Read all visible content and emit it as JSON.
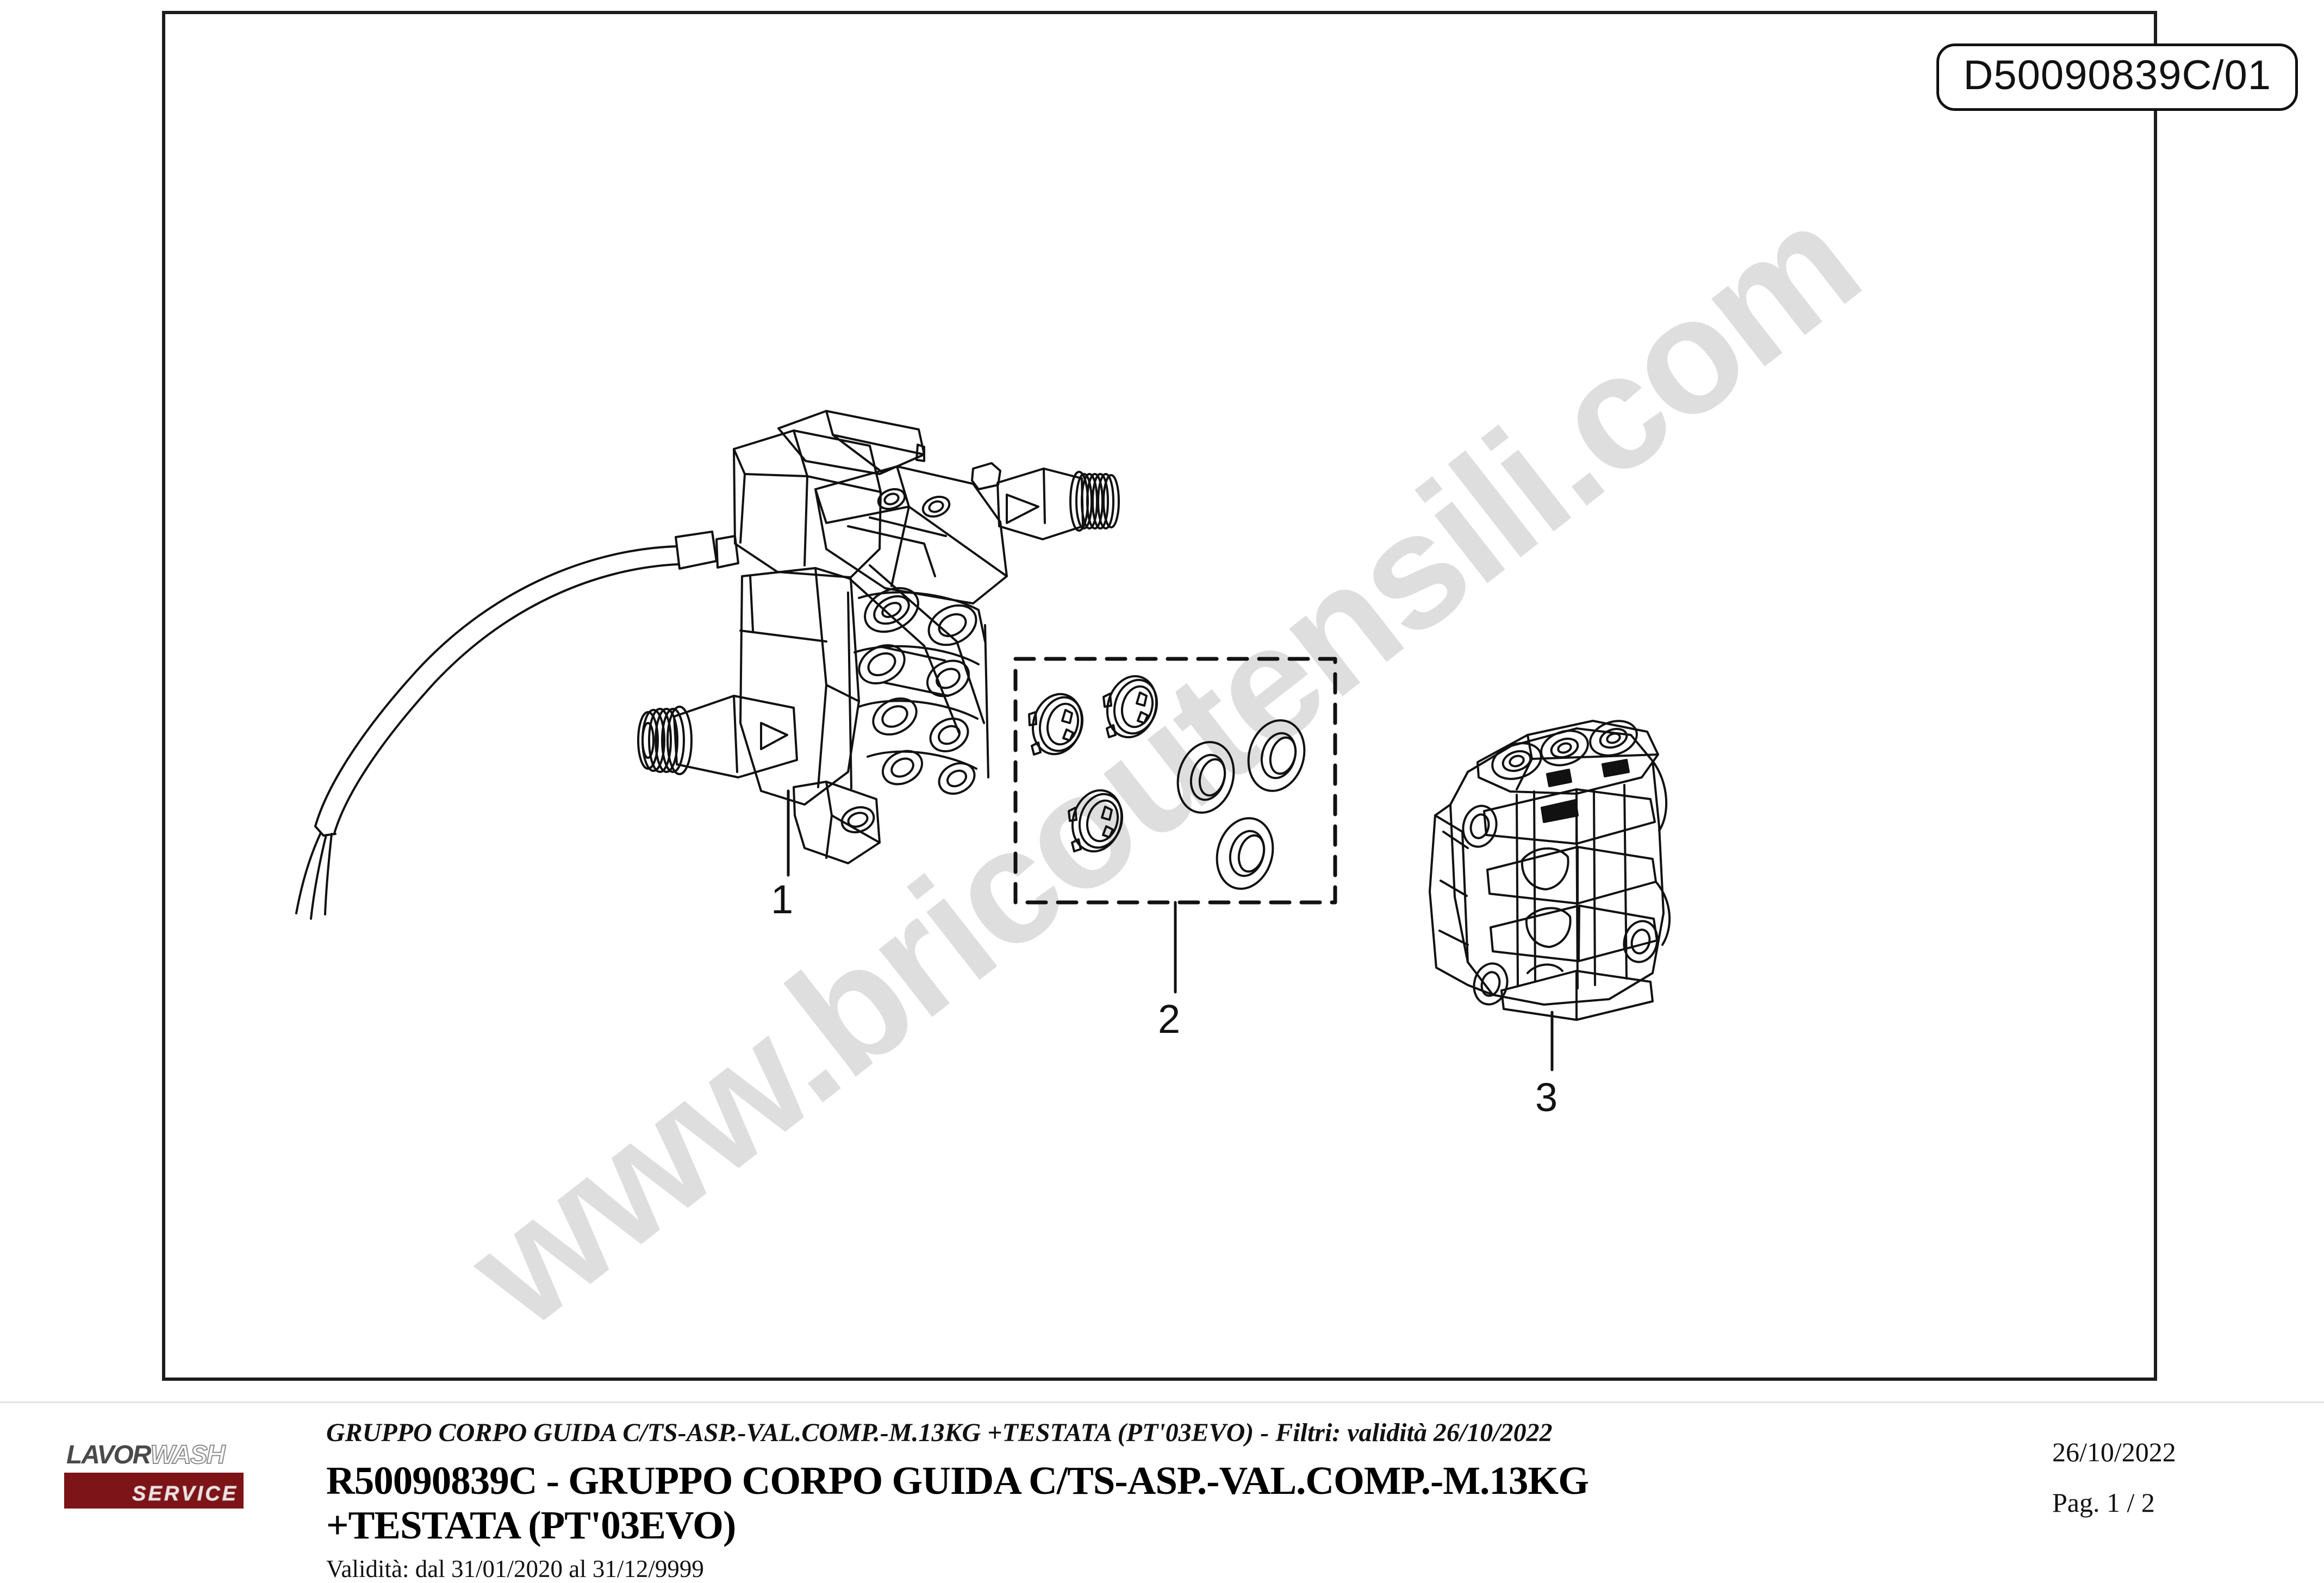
{
  "drawing": {
    "code_badge": "D50090839C/01",
    "watermark": "www.bricoutensili.com",
    "callouts": [
      {
        "number": "1",
        "part": "pump-head-assembly-with-pressure-switch"
      },
      {
        "number": "2",
        "part": "filter-and-seal-kit"
      },
      {
        "number": "3",
        "part": "cylinder-head-testata"
      }
    ]
  },
  "footer": {
    "logo": {
      "brand_primary": "LAVOR",
      "brand_secondary": "WASH",
      "brand_tagline": "SERVICE",
      "band_color": "#7d1418"
    },
    "subtitle": "GRUPPO CORPO GUIDA C/TS-ASP.-VAL.COMP.-M.13KG +TESTATA (PT'03EVO) - Filtri: validità 26/10/2022",
    "title": "R50090839C - GRUPPO CORPO GUIDA C/TS-ASP.-VAL.COMP.-M.13KG +TESTATA (PT'03EVO)",
    "validity": "Validità: dal 31/01/2020 al 31/12/9999",
    "date": "26/10/2022",
    "page": "Pag. 1 / 2"
  }
}
